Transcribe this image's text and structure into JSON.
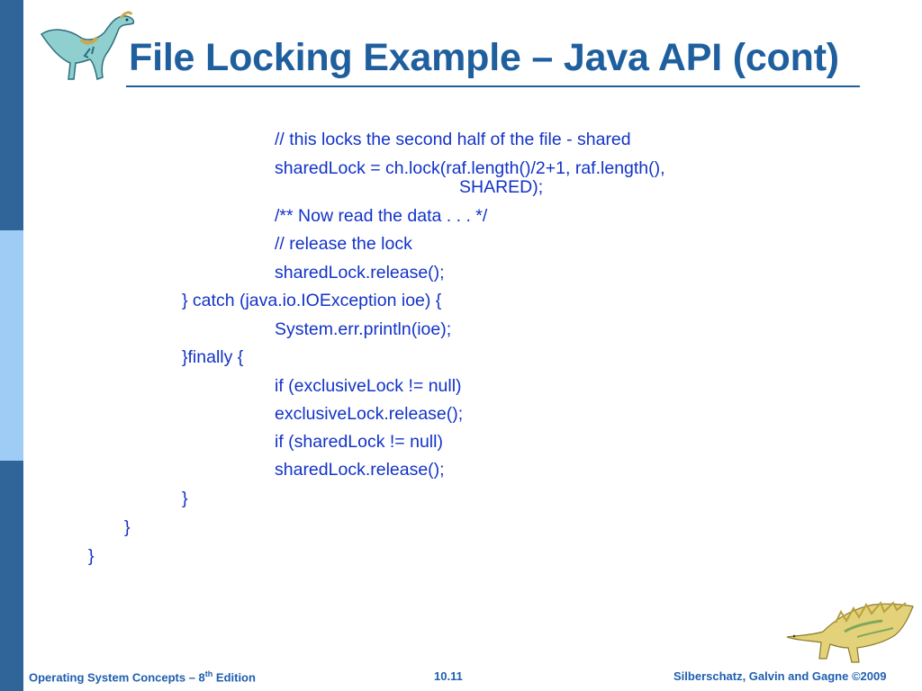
{
  "slide": {
    "title": "File Locking Example – Java API (cont)",
    "code_lines": [
      "// this locks the second half of the file - shared",
      "sharedLock = ch.lock(raf.length()/2+1, raf.length(),",
      "SHARED);",
      "/** Now read the data . . . */",
      "// release the lock",
      "sharedLock.release();",
      "} catch (java.io.IOException ioe) {",
      "System.err.println(ioe);",
      "}finally {",
      "if (exclusiveLock != null)",
      "exclusiveLock.release();",
      "if (sharedLock != null)",
      "sharedLock.release();",
      "}",
      "}",
      "}"
    ]
  },
  "footer": {
    "book_prefix": "Operating System Concepts – 8",
    "book_sup": "th",
    "book_suffix": " Edition",
    "page_number": "10.11",
    "copyright": "Silberschatz, Galvin and Gagne ©2009"
  },
  "colors": {
    "title": "#1f5f9e",
    "code": "#1233c8",
    "footer": "#1f5fb0",
    "sidebar_dark": "#2f6598",
    "sidebar_light": "#9fccf4"
  },
  "icons": [
    "dinosaur-logo-icon",
    "stegosaurus-decoration-icon"
  ]
}
